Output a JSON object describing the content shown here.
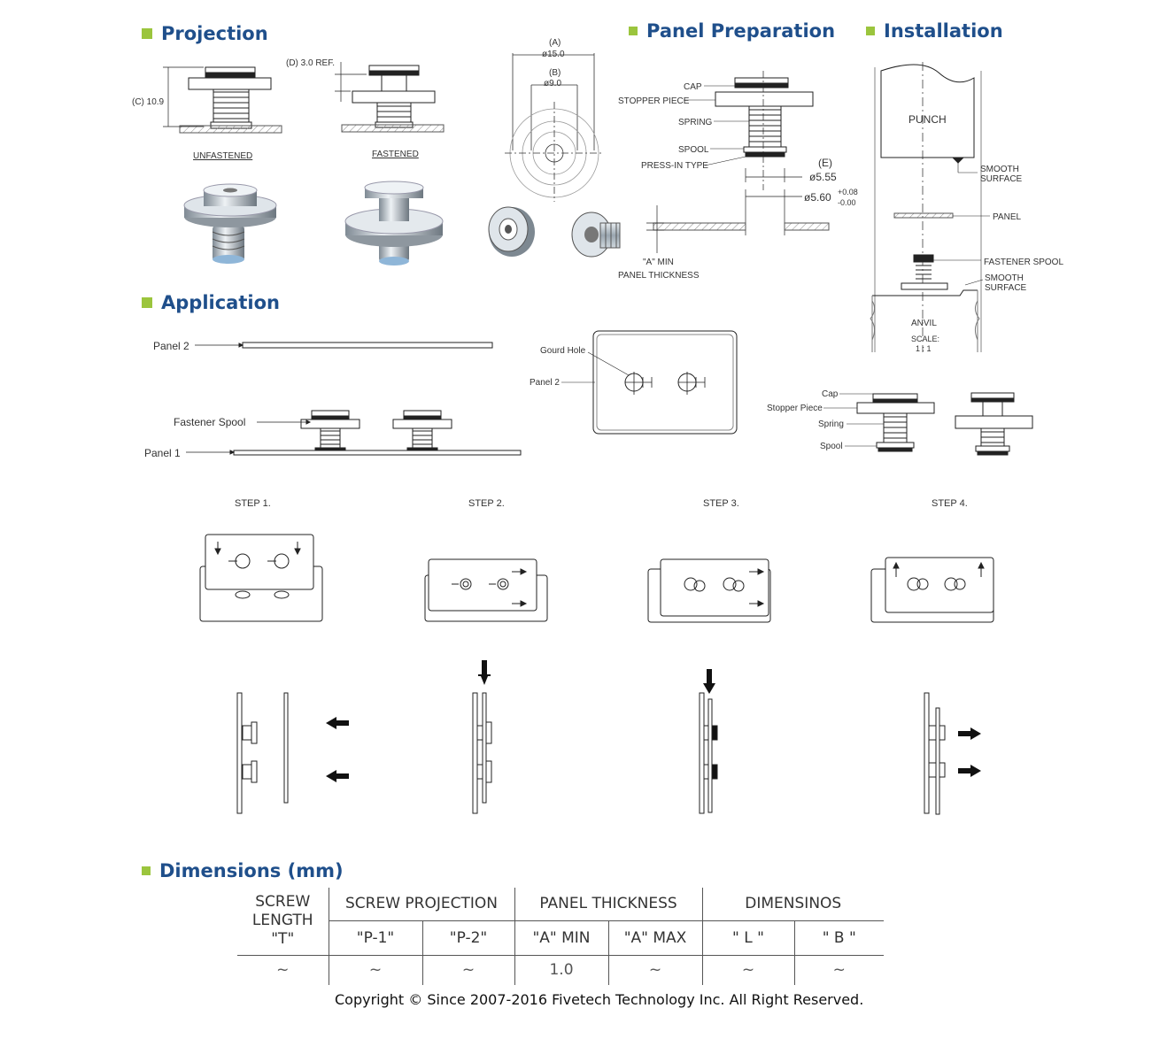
{
  "sections": {
    "projection": "Projection",
    "panel_preparation": "Panel Preparation",
    "installation": "Installation",
    "application": "Application",
    "dimensions": "Dimensions (mm)"
  },
  "projection": {
    "dim_c": "(C) 10.9",
    "dim_d": "(D) 3.0 REF.",
    "unfastened": "UNFASTENED",
    "fastened": "FASTENED",
    "dim_a_label": "(A)",
    "dim_a_value": "ø15.0",
    "dim_b_label": "(B)",
    "dim_b_value": "ø9.0"
  },
  "panel_prep": {
    "cap": "CAP",
    "stopper_piece": "STOPPER PIECE",
    "spring": "SPRING",
    "spool": "SPOOL",
    "press_in_type": "PRESS-IN TYPE",
    "dim_e_label": "(E)",
    "dim_e_value": "ø5.55",
    "hole_value": "ø5.60",
    "tol_plus": "+0.08",
    "tol_minus": "-0.00",
    "a_min": "\"A\" MIN",
    "panel_thickness": "PANEL THICKNESS"
  },
  "installation": {
    "punch": "PUNCH",
    "smooth_surface_1": "SMOOTH",
    "smooth_surface_2": "SURFACE",
    "panel": "PANEL",
    "fastener_spool": "FASTENER SPOOL",
    "smooth_b1": "SMOOTH",
    "smooth_b2": "SURFACE",
    "anvil": "ANVIL",
    "scale": "SCALE:",
    "scale_value": "1 : 1"
  },
  "application": {
    "panel_2": "Panel 2",
    "fastener_spool": "Fastener Spool",
    "panel_1": "Panel 1",
    "gourd_hole": "Gourd Hole",
    "panel_2_small": "Panel 2",
    "cap": "Cap",
    "stopper_piece": "Stopper Piece",
    "spring": "Spring",
    "spool": "Spool"
  },
  "steps": [
    "STEP 1.",
    "STEP 2.",
    "STEP 3.",
    "STEP 4."
  ],
  "table": {
    "screw_length_1": "SCREW",
    "screw_length_2": "LENGTH",
    "screw_length_3": "\"T\"",
    "screw_projection": "SCREW PROJECTION",
    "panel_thickness": "PANEL THICKNESS",
    "dimensions": "DIMENSINOS",
    "p1": "\"P-1\"",
    "p2": "\"P-2\"",
    "a_min": "\"A\" MIN",
    "a_max": "\"A\" MAX",
    "l": "\" L \"",
    "b": "\" B \"",
    "row": [
      "~",
      "~",
      "~",
      "1.0",
      "~",
      "~",
      "~"
    ]
  },
  "copyright": "Copyright © Since 2007-2016 Fivetech Technology Inc. All Right Reserved."
}
